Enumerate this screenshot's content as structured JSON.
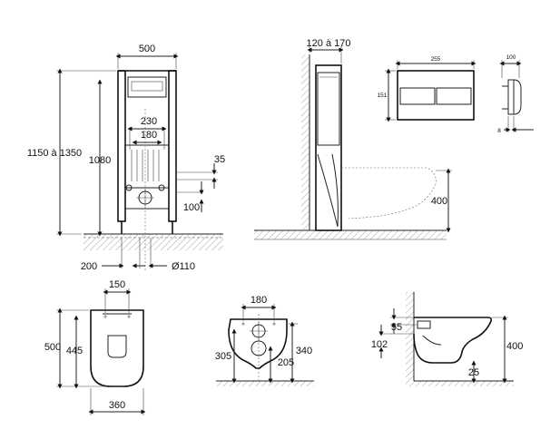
{
  "frame_view": {
    "width": "500",
    "total_height": "1150 à 1350",
    "height": "1080",
    "spacing_outer": "230",
    "spacing_inner": "180",
    "top_offset": "35",
    "outlet_height": "100",
    "floor_offset": "200",
    "pipe_diameter": "Ø110"
  },
  "side_view": {
    "depth": "120 à 170",
    "bowl_height": "400"
  },
  "flush_plate": {
    "width": "255",
    "height": "151",
    "side_width": "100",
    "thickness": "8"
  },
  "bowl_top": {
    "hole_spacing": "150",
    "length": "500",
    "seat_length": "445",
    "width": "360"
  },
  "bowl_back": {
    "hole_spacing": "180",
    "left_height": "305",
    "right_height": "340",
    "outlet_height": "205"
  },
  "bowl_side": {
    "top_offset": "55",
    "outlet_height": "102",
    "height": "400",
    "outlet_offset": "25"
  }
}
